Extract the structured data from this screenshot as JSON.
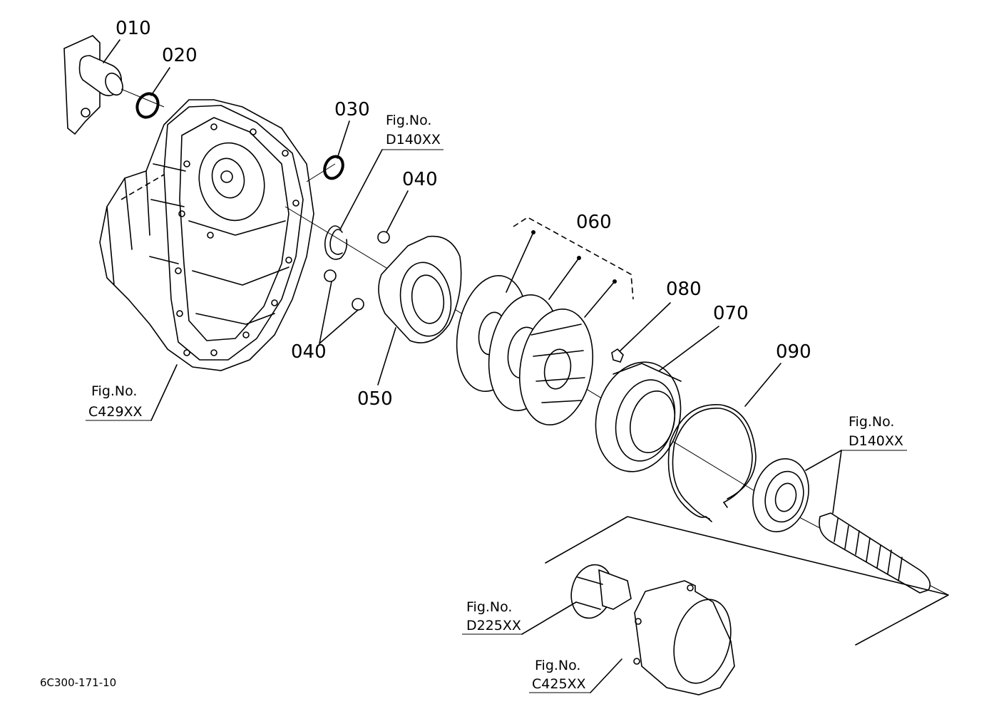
{
  "parts": [
    {
      "id": "010",
      "label": "010"
    },
    {
      "id": "020",
      "label": "020"
    },
    {
      "id": "030",
      "label": "030"
    },
    {
      "id": "040a",
      "label": "040"
    },
    {
      "id": "040b",
      "label": "040"
    },
    {
      "id": "050",
      "label": "050"
    },
    {
      "id": "060",
      "label": "060"
    },
    {
      "id": "070",
      "label": "070"
    },
    {
      "id": "080",
      "label": "080"
    },
    {
      "id": "090",
      "label": "090"
    }
  ],
  "figure_refs": [
    {
      "id": "d140-top",
      "title": "Fig.No.",
      "code": "D140XX"
    },
    {
      "id": "c429",
      "title": "Fig.No.",
      "code": "C429XX"
    },
    {
      "id": "d140-right",
      "title": "Fig.No.",
      "code": "D140XX"
    },
    {
      "id": "d225",
      "title": "Fig.No.",
      "code": "D225XX"
    },
    {
      "id": "c425",
      "title": "Fig.No.",
      "code": "C425XX"
    }
  ],
  "diagram_code": "6C300-171-10"
}
